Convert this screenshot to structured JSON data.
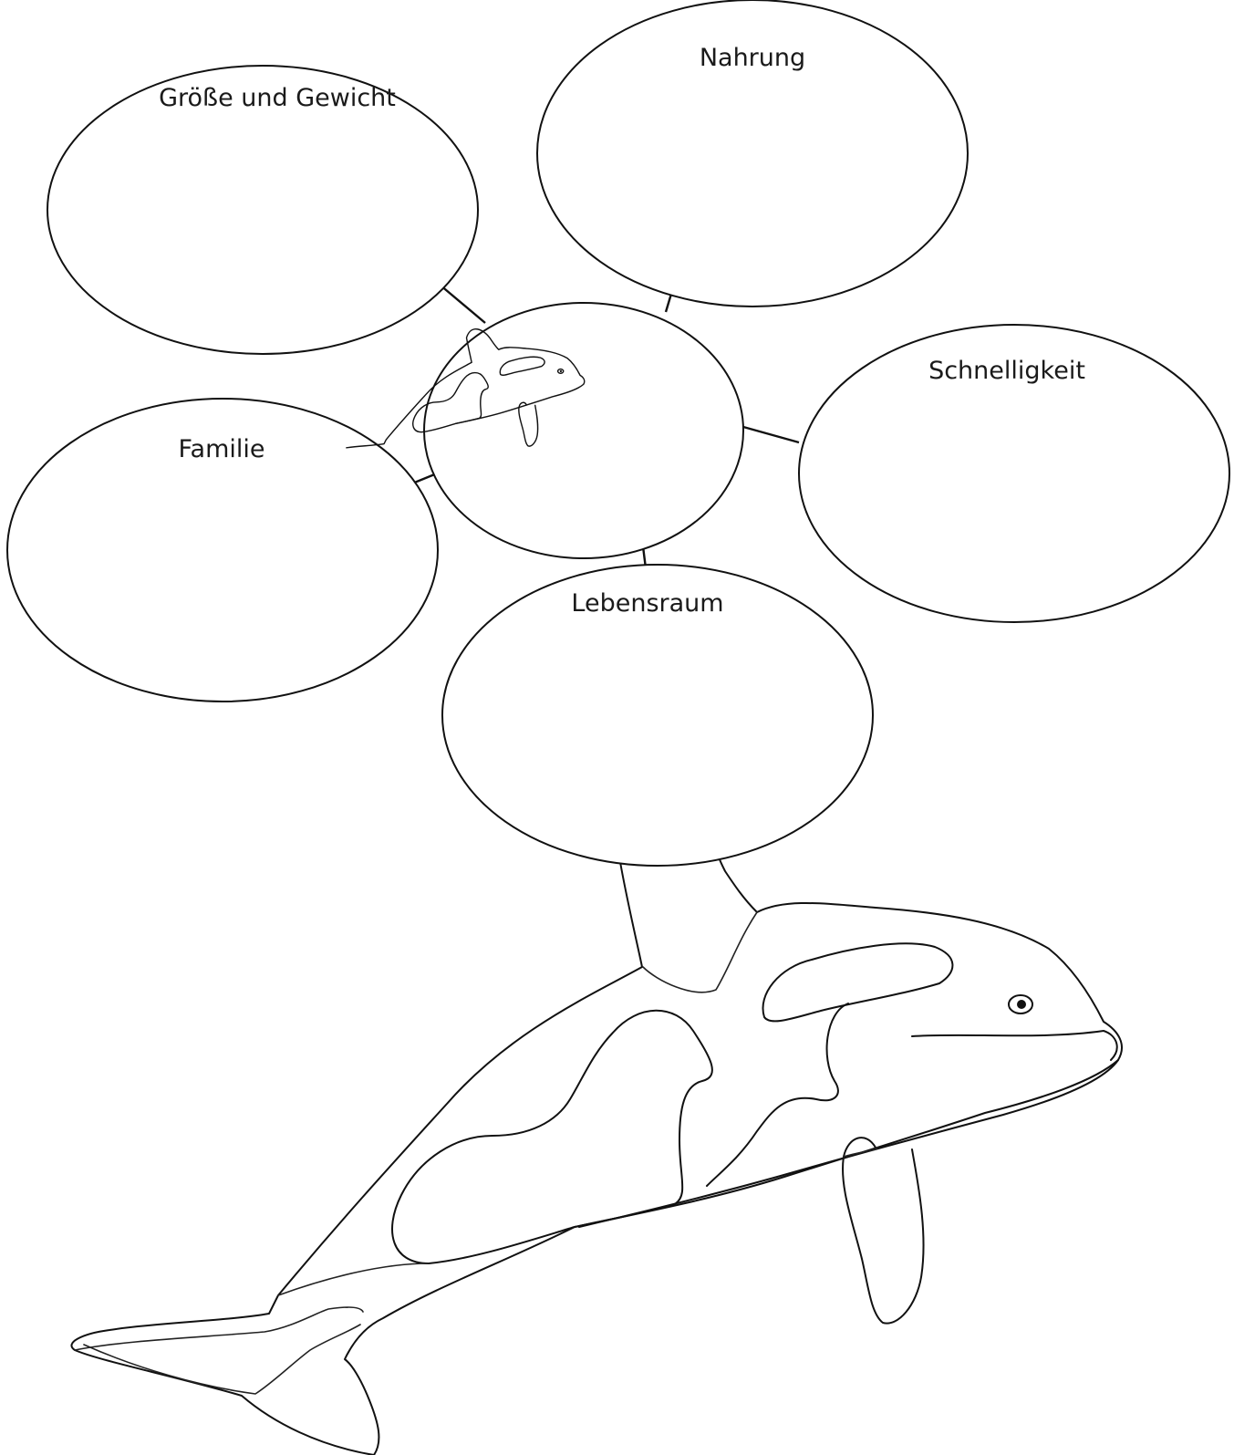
{
  "mindmap": {
    "center_image": "orca-icon",
    "bubbles": [
      {
        "id": "groesse",
        "label": "Größe und Gewicht"
      },
      {
        "id": "nahrung",
        "label": "Nahrung"
      },
      {
        "id": "schnelligkeit",
        "label": "Schnelligkeit"
      },
      {
        "id": "familie",
        "label": "Familie"
      },
      {
        "id": "lebensraum",
        "label": "Lebensraum"
      }
    ]
  },
  "illustration": {
    "subject": "orca-icon",
    "line_color": "#111111"
  }
}
